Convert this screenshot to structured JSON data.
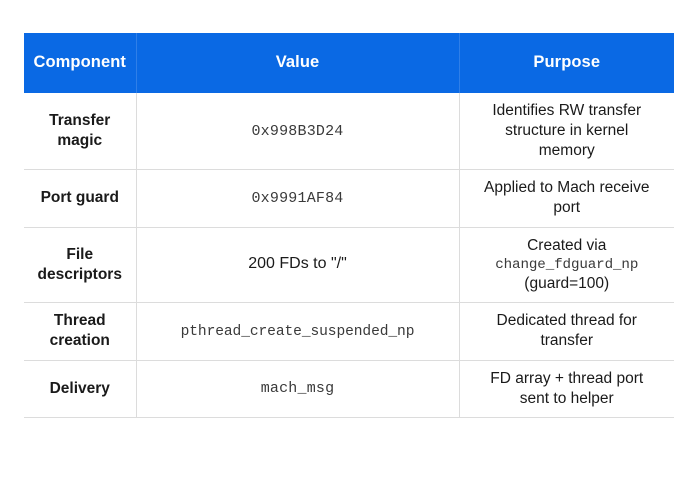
{
  "table": {
    "columns": [
      {
        "key": "component",
        "label": "Component"
      },
      {
        "key": "value",
        "label": "Value"
      },
      {
        "key": "purpose",
        "label": "Purpose"
      }
    ],
    "header_background": "#0a69e4",
    "header_text_color": "#ffffff",
    "border_color": "#dcdcdc",
    "rows": [
      {
        "component": "Transfer magic",
        "value": "0x998B3D24",
        "value_style": "mono",
        "purpose_lines": [
          "Identifies RW transfer",
          "structure in kernel",
          "memory"
        ]
      },
      {
        "component": "Port guard",
        "value": "0x9991AF84",
        "value_style": "mono",
        "purpose_lines": [
          "Applied to Mach receive",
          "port"
        ]
      },
      {
        "component": "File descriptors",
        "value": "200 FDs to \"/\"",
        "value_style": "sans",
        "purpose_lines": [
          "Created via",
          "change_fdguard_np",
          "(guard=100)"
        ],
        "purpose_mono_line_index": 1
      },
      {
        "component": "Thread creation",
        "value": "pthread_create_suspended_np",
        "value_style": "mono-tight",
        "purpose_lines": [
          "Dedicated thread for",
          "transfer"
        ]
      },
      {
        "component": "Delivery",
        "value": "mach_msg",
        "value_style": "mono",
        "purpose_lines": [
          "FD array + thread port",
          "sent to helper"
        ]
      }
    ]
  }
}
